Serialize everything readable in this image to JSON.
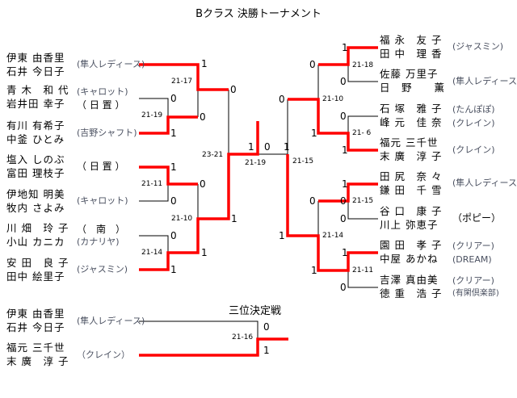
{
  "title": "Bクラス 決勝トーナメント",
  "left": [
    {
      "p1": "伊東 由香里",
      "p2": "石井 今日子",
      "club": "(隼人レディース)"
    },
    {
      "p1": "青 木　和 代",
      "p2": "岩井田 幸子",
      "club1": "(キャロット)",
      "club2": "（ 日 置 ）"
    },
    {
      "p1": "有川 有希子",
      "p2": "中釜 ひとみ",
      "club": "(吉野シャフト)"
    },
    {
      "p1": "塩入 しのぶ",
      "p2": "富田 理枝子",
      "club": "（ 日 置 ）"
    },
    {
      "p1": "伊地知 明美",
      "p2": "牧内 さよみ",
      "club": "(キャロット)"
    },
    {
      "p1": "川 畑　玲 子",
      "p2": "小山 カニカ",
      "club1": "（　南　）",
      "club2": "(カナリヤ)"
    },
    {
      "p1": "安 田　良 子",
      "p2": "田中 絵里子",
      "club": "(ジャスミン)"
    }
  ],
  "right": [
    {
      "p1": "福 永　友 子",
      "p2": "田 中　理 香",
      "club": "(ジャスミン)"
    },
    {
      "p1": "佐藤 万里子",
      "p2": "日　野　　薫",
      "club": "(隼人レディース)"
    },
    {
      "p1": "石 塚　雅 子",
      "p2": "峰 元　佳 奈",
      "club1": "(たんぽぽ)",
      "club2": "(クレイン)"
    },
    {
      "p1": "福元 三千世",
      "p2": "末 廣　淳 子",
      "club": "(クレイン)"
    },
    {
      "p1": "田 尻　奈 々",
      "p2": "鎌 田　千 雪",
      "club": "(隼人レディース)"
    },
    {
      "p1": "谷 口　康 子",
      "p2": "川上 弥恵子",
      "club": "（ポピー）"
    },
    {
      "p1": "園 田　孝 子",
      "p2": "中屋 あかね",
      "club1": "(クリアー)",
      "club2": "(DREAM)"
    },
    {
      "p1": "吉澤 真由美",
      "p2": "徳 重　浩 子",
      "club1": "(クリアー)",
      "club2": "(有閑倶楽部)"
    }
  ],
  "scores": {
    "l": [
      "1",
      "0",
      "0",
      "0",
      "1",
      "1",
      "0",
      "0",
      "1",
      "0",
      "1",
      "1",
      "1"
    ],
    "lm": [
      "21-17",
      "21-19",
      "23-21",
      "21-11",
      "21-10",
      "21-14"
    ],
    "c": [
      "1",
      "0"
    ],
    "cm": "21-19",
    "r": [
      "1",
      "0",
      "0",
      "0",
      "0",
      "1",
      "1",
      "0",
      "1",
      "1",
      "0",
      "1",
      "1",
      "1",
      "0"
    ],
    "rm": [
      "21-18",
      "21-10",
      "21- 6",
      "21-15",
      "21-15",
      "21-14",
      "21-11"
    ]
  },
  "third": {
    "title": "三位決定戦",
    "a": {
      "p1": "伊東 由香里",
      "p2": "石井 今日子",
      "club": "(隼人レディース)",
      "score": "0"
    },
    "b": {
      "p1": "福元 三千世",
      "p2": "末 廣　淳 子",
      "club": "（クレイン）",
      "score": "1"
    },
    "match": "21-16"
  },
  "colors": {
    "win": "#ff0000",
    "line": "#000000"
  }
}
